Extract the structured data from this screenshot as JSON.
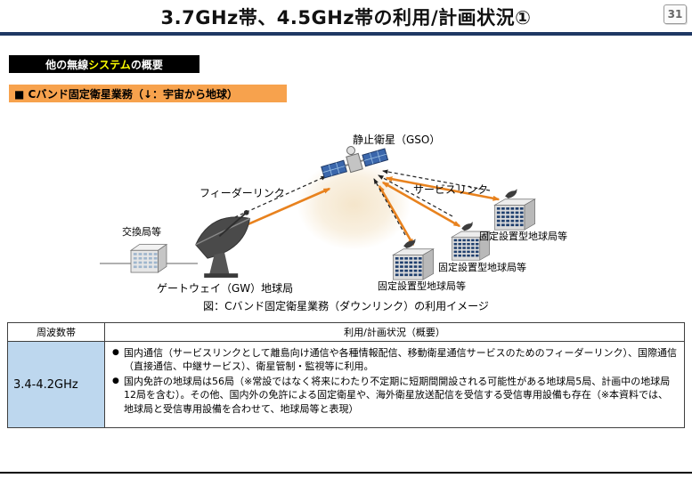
{
  "page": {
    "title": "3.7GHz帯、4.5GHz帯の利用/計画状況①",
    "page_number": "31"
  },
  "labels": {
    "black_box": {
      "pre": "他の無線",
      "highlight": "システム",
      "post": "の概要"
    },
    "orange_box": "■ Cバンド固定衛星業務（↓：宇宙から地球）"
  },
  "diagram": {
    "satellite": "静止衛星（GSO）",
    "service_link": "サービスリンク",
    "feeder_link": "フィーダーリンク",
    "switching_station": "交換局等",
    "gateway": "ゲートウェイ（GW）地球局",
    "fixed_stations": [
      "固定設置型地球局等",
      "固定設置型地球局等",
      "固定設置型地球局等"
    ],
    "caption": "図：Cバンド固定衛星業務（ダウンリンク）の利用イメージ"
  },
  "table": {
    "headers": [
      "周波数帯",
      "利用/計画状況（概要）"
    ],
    "rows": [
      {
        "band": "3.4-4.2GHz",
        "bullets": [
          "国内通信（サービスリンクとして離島向け通信や各種情報配信、移動衛星通信サービスのためのフィーダーリンク）、国際通信（直接通信、中継サービス）、衛星管制・監視等に利用。",
          "国内免許の地球局は56局（※常設ではなく将来にわたり不定期に短期間開設される可能性がある地球局5局、計画中の地球局12局を含む）。その他、国内外の免許による固定衛星や、海外衛星放送配信を受信する受信専用設備も存在（※本資料では、地球局と受信専用設備を合わせて、地球局等と表現）"
        ]
      }
    ]
  },
  "colors": {
    "navy": "#1f3864",
    "orange_highlight": "#f7a24d",
    "arrow_orange": "#e8821e",
    "band_cell_bg": "#bdd7ee",
    "black_box_highlight": "#ffff00"
  }
}
